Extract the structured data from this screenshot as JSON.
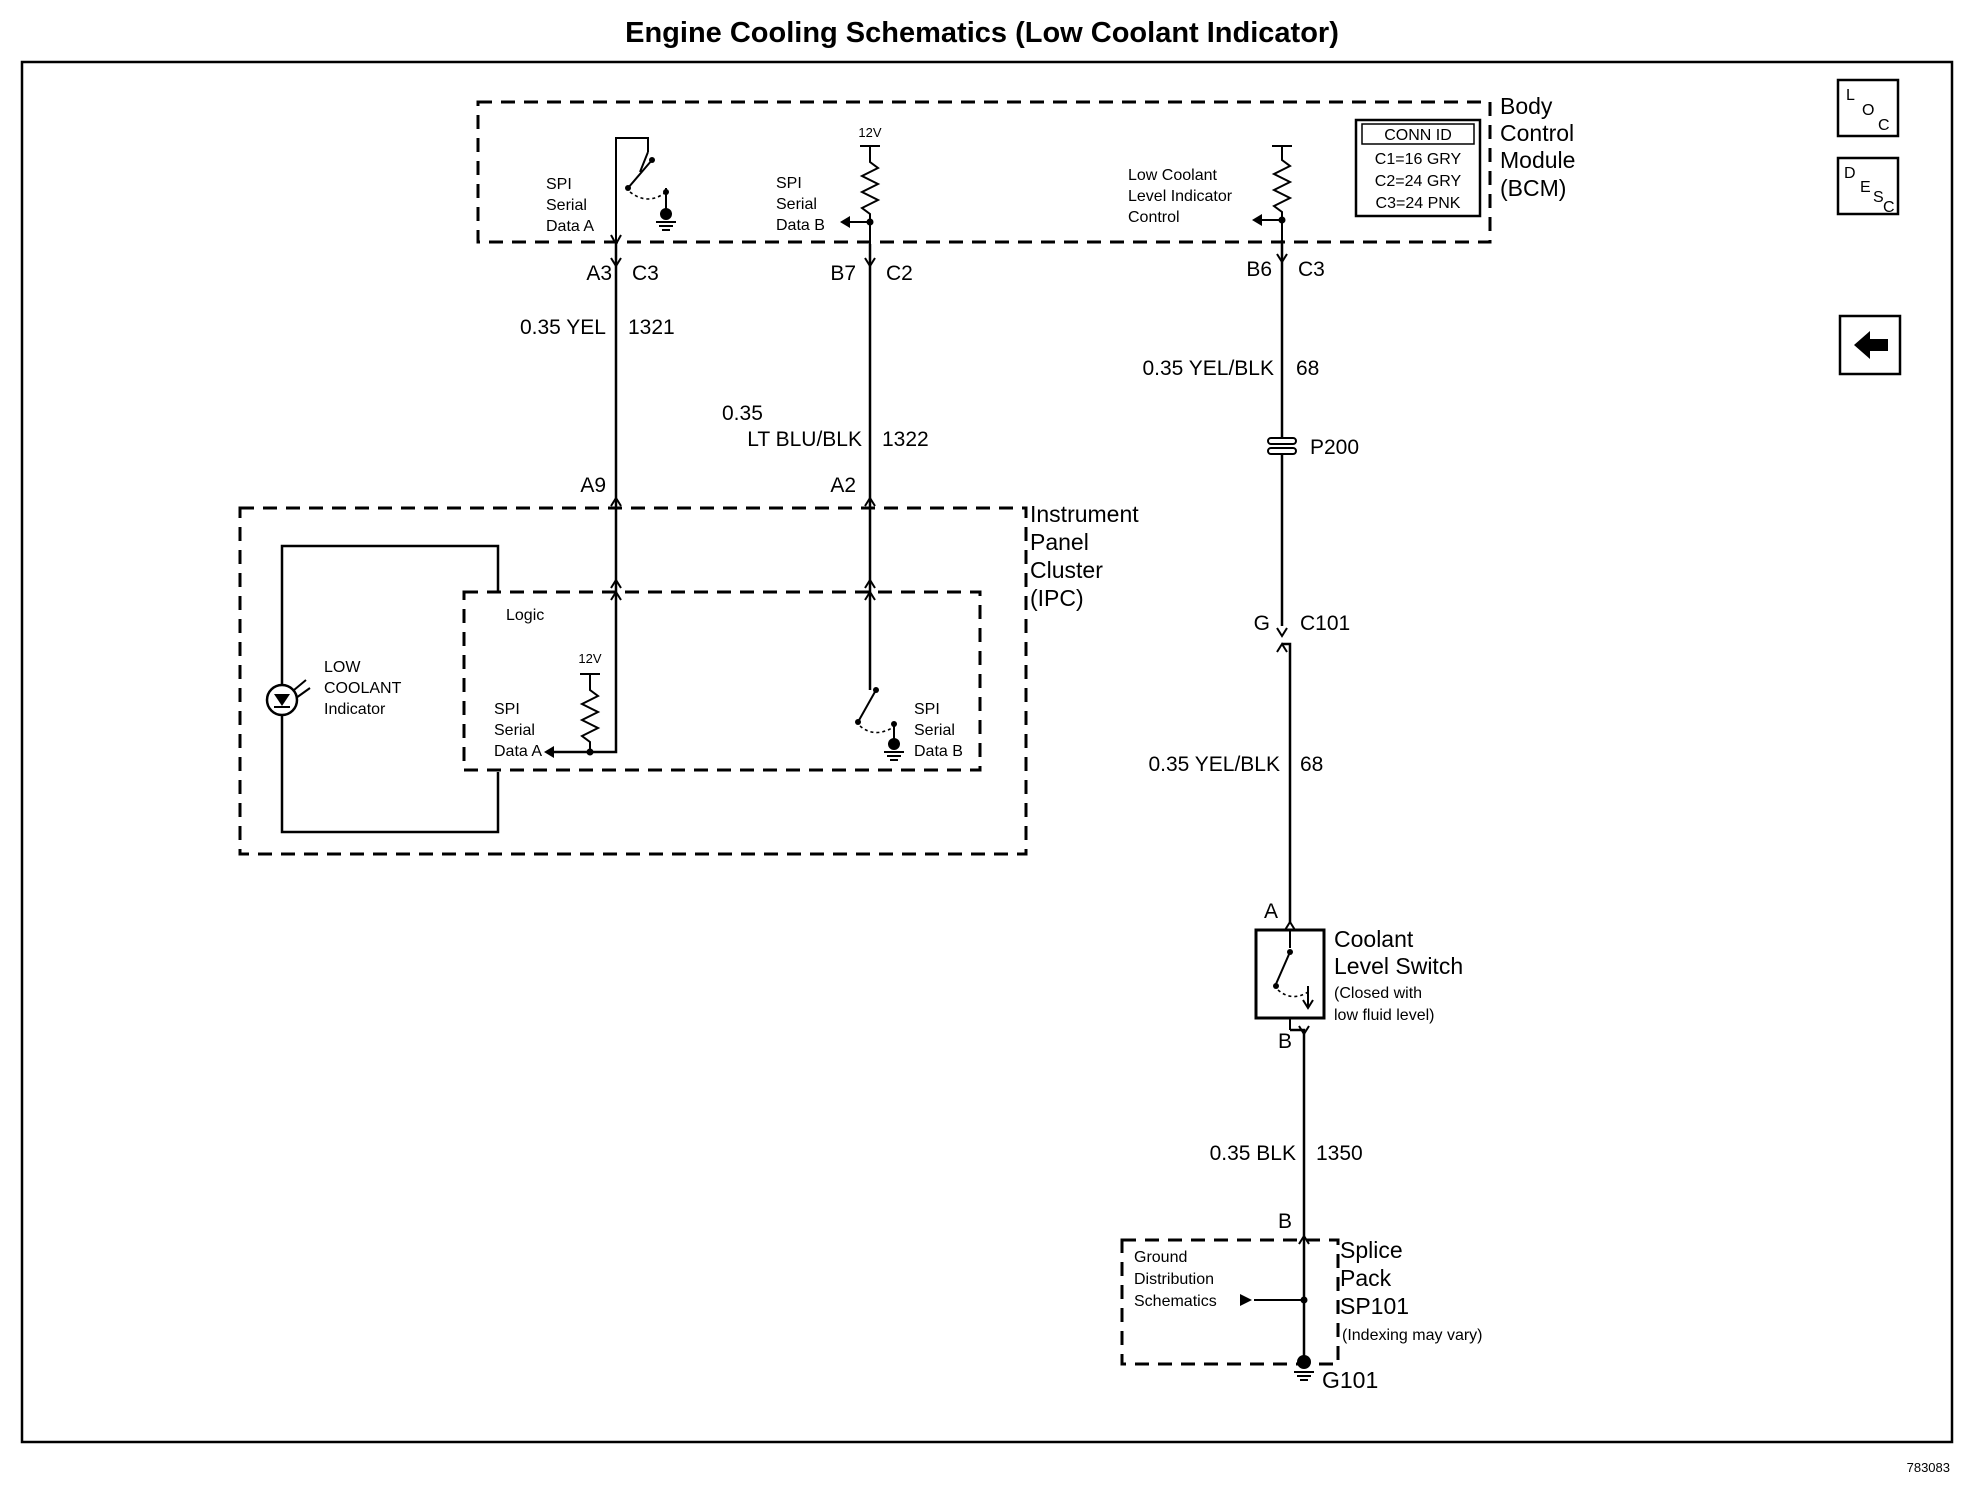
{
  "title": "Engine Cooling Schematics (Low Coolant Indicator)",
  "figure_id": "783083",
  "nav": {
    "loc_label": "LOC",
    "desc_label": "DESC",
    "back_icon": "left-arrow-icon"
  },
  "bcm": {
    "name_lines": [
      "Body",
      "Control",
      "Module",
      "(BCM)"
    ],
    "conn_id": {
      "header": "CONN ID",
      "rows": [
        "C1=16 GRY",
        "C2=24 GRY",
        "C3=24 PNK"
      ]
    },
    "spi_a_lines": [
      "SPI",
      "Serial",
      "Data A"
    ],
    "spi_b_lines": [
      "SPI",
      "Serial",
      "Data B"
    ],
    "spi_b_voltage": "12V",
    "low_coolant_ctrl_lines": [
      "Low Coolant",
      "Level Indicator",
      "Control"
    ]
  },
  "circuits": {
    "c1321": {
      "pin_top": "A3",
      "conn_top": "C3",
      "gauge_color": "0.35 YEL",
      "number": "1321",
      "pin_bottom": "A9"
    },
    "c1322": {
      "pin_top": "B7",
      "conn_top": "C2",
      "gauge": "0.35",
      "color": "LT BLU/BLK",
      "number": "1322",
      "pin_bottom": "A2"
    },
    "c68": {
      "pin_top": "B6",
      "conn_top": "C3",
      "gauge_color_1": "0.35 YEL/BLK",
      "number_1": "68",
      "inline_connector": "P200",
      "c101_pin": "G",
      "c101_conn": "C101",
      "gauge_color_2": "0.35 YEL/BLK",
      "number_2": "68"
    },
    "c1350": {
      "gauge_color": "0.35 BLK",
      "number": "1350"
    }
  },
  "ipc": {
    "name_lines": [
      "Instrument",
      "Panel",
      "Cluster",
      "(IPC)"
    ],
    "logic_label": "Logic",
    "logic_voltage": "12V",
    "indicator_lines": [
      "LOW",
      "COOLANT",
      "Indicator"
    ],
    "spi_a_lines": [
      "SPI",
      "Serial",
      "Data A"
    ],
    "spi_b_lines": [
      "SPI",
      "Serial",
      "Data B"
    ]
  },
  "coolant_switch": {
    "pin_top": "A",
    "pin_bottom": "B",
    "name_lines": [
      "Coolant",
      "Level Switch"
    ],
    "note_lines": [
      "(Closed with",
      "low fluid level)"
    ]
  },
  "splice": {
    "pin_top": "B",
    "name_lines": [
      "Splice",
      "Pack",
      "SP101",
      "(Indexing may vary)"
    ],
    "ground_dist_lines": [
      "Ground",
      "Distribution",
      "Schematics"
    ],
    "ground_label": "G101"
  }
}
